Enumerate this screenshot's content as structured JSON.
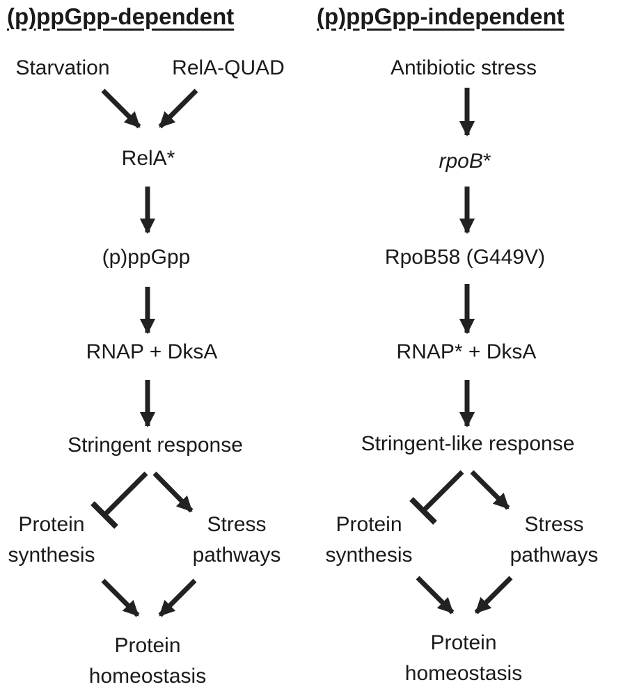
{
  "left": {
    "heading": "(p)ppGpp-dependent",
    "starvation": "Starvation",
    "relaquad": "RelA-QUAD",
    "rela": "RelA*",
    "ppgpp": "(p)ppGpp",
    "rnap": "RNAP + DksA",
    "response": "Stringent response",
    "protein_synthesis": [
      "Protein",
      "synthesis"
    ],
    "stress_pathways": [
      "Stress",
      "pathways"
    ],
    "homeostasis": [
      "Protein",
      "homeostasis"
    ]
  },
  "right": {
    "heading": "(p)ppGpp-independent",
    "antibiotic": "Antibiotic stress",
    "rpob_gene": "rpoB",
    "rpob_star": "*",
    "rpob58": "RpoB58 (G449V)",
    "rnap": "RNAP* + DksA",
    "response": "Stringent-like response",
    "protein_synthesis": [
      "Protein",
      "synthesis"
    ],
    "stress_pathways": [
      "Stress",
      "pathways"
    ],
    "homeostasis": [
      "Protein",
      "homeostasis"
    ]
  }
}
